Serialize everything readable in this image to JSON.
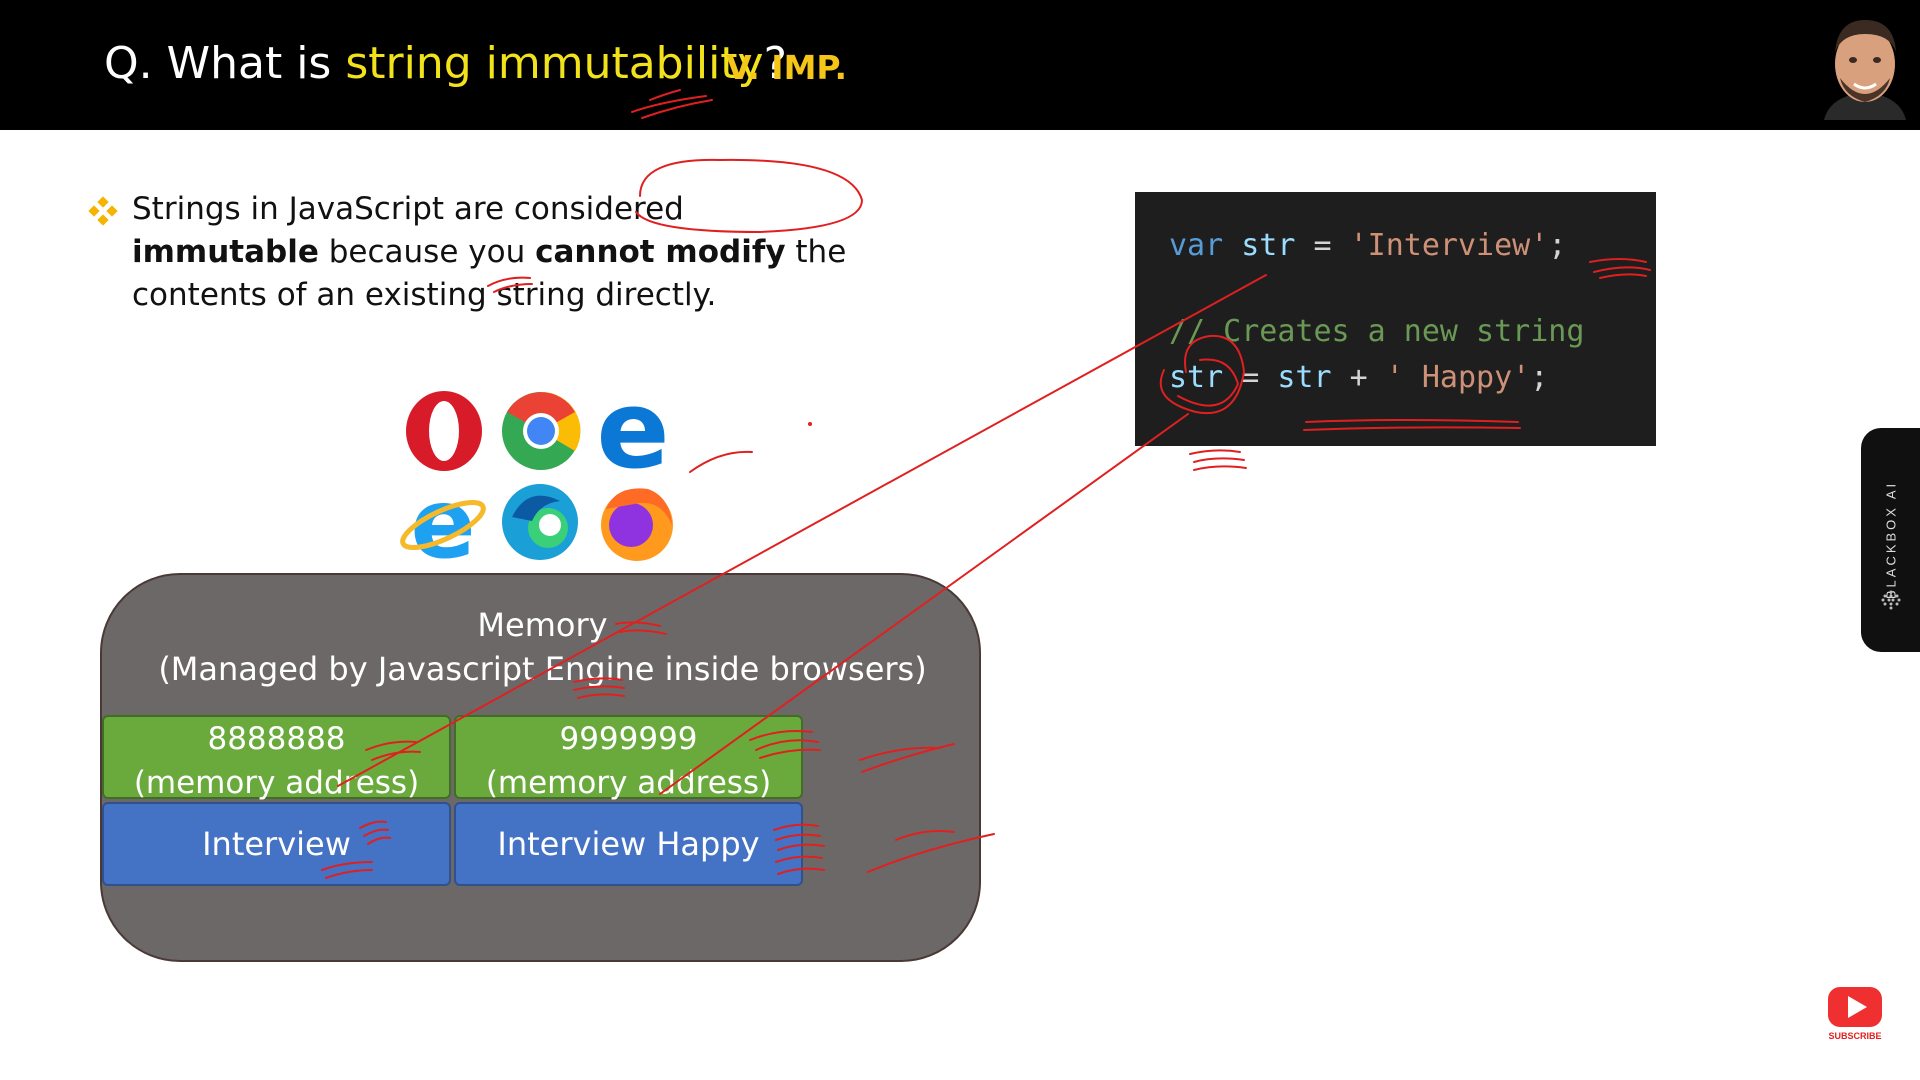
{
  "header": {
    "title_prefix": "Q. What is ",
    "title_highlight": "string immutability",
    "title_suffix": "?",
    "badge": "V. IMP."
  },
  "bullet": {
    "text1": "Strings in JavaScript are considered ",
    "bold1": "immutable",
    "text2": " because you ",
    "bold2": "cannot modify",
    "text3": " the contents of an existing string directly."
  },
  "code": {
    "line1": {
      "kw": "var",
      "var": " str",
      "op": " = ",
      "str": "'Interview'",
      "end": ";"
    },
    "line2": {
      "comment": "// Creates a new string"
    },
    "line3": {
      "var1": "str",
      "op1": " = ",
      "var2": "str",
      "op2": " + ",
      "str": "' Happy'",
      "end": ";"
    }
  },
  "browsers": [
    "opera-icon",
    "chrome-icon",
    "edge-legacy-icon",
    "internet-explorer-icon",
    "edge-icon",
    "firefox-icon"
  ],
  "memory": {
    "title": "Memory",
    "subtitle": "(Managed by Javascript Engine inside browsers)",
    "cells": [
      {
        "address": "8888888",
        "address_label": "(memory address)",
        "value": "Interview"
      },
      {
        "address": "9999999",
        "address_label": "(memory address)",
        "value": "Interview Happy"
      }
    ]
  },
  "side_tab": {
    "label": "BLACKBOX AI"
  },
  "subscribe": {
    "label": "SUBSCRIBE"
  },
  "colors": {
    "header_bg": "#000000",
    "highlight": "#f2e21b",
    "badge": "#f5c518",
    "annotation": "#e02020",
    "green_cell": "#6aaa3c",
    "blue_cell": "#4472c4",
    "memory_bg": "#6d6868"
  }
}
